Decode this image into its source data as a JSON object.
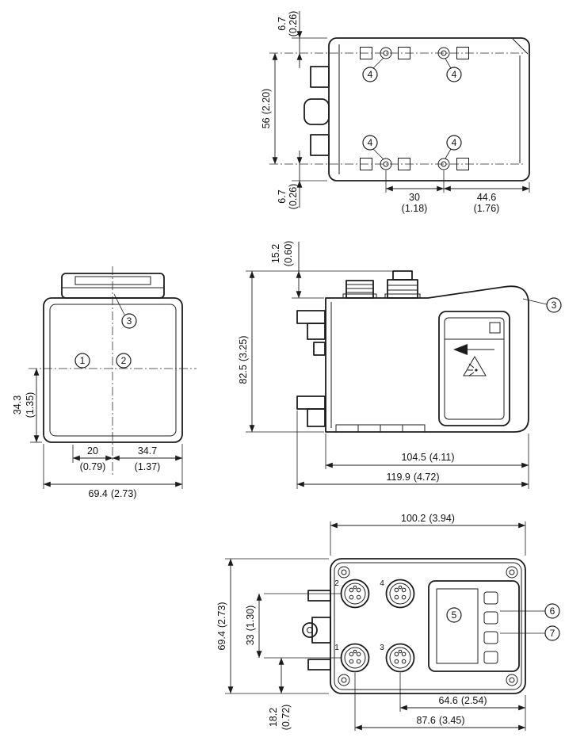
{
  "callouts": {
    "n1": "1",
    "n2": "2",
    "n3": "3",
    "n4": "4",
    "n5": "5",
    "n6": "6",
    "n7": "7"
  },
  "ports": {
    "p1": "1",
    "p2": "2",
    "p3": "3",
    "p4": "4"
  },
  "dims": {
    "top67a": {
      "mm": "6.7",
      "in": "(0.26)"
    },
    "top56": {
      "mm": "56",
      "in": "(2.20)"
    },
    "top67b": {
      "mm": "6.7",
      "in": "(0.26)"
    },
    "top30": {
      "mm": "30",
      "in": "(1.18)"
    },
    "top446": {
      "mm": "44.6",
      "in": "(1.76)"
    },
    "front343": {
      "mm": "34.3",
      "in": "(1.35)"
    },
    "front20": {
      "mm": "20",
      "in": "(0.79)"
    },
    "front347": {
      "mm": "34.7",
      "in": "(1.37)"
    },
    "front694": {
      "mm": "69.4",
      "in": "(2.73)"
    },
    "side152": {
      "mm": "15.2",
      "in": "(0.60)"
    },
    "side825": {
      "mm": "82.5",
      "in": "(3.25)"
    },
    "side1045": {
      "mm": "104.5",
      "in": "(4.11)"
    },
    "side1199": {
      "mm": "119.9",
      "in": "(4.72)"
    },
    "bottom1002": {
      "mm": "100.2",
      "in": "(3.94)"
    },
    "bottom694": {
      "mm": "69.4",
      "in": "(2.73)"
    },
    "bottom33": {
      "mm": "33",
      "in": "(1.30)"
    },
    "bottom182": {
      "mm": "18.2",
      "in": "(0.72)"
    },
    "bottom646": {
      "mm": "64.6",
      "in": "(2.54)"
    },
    "bottom876": {
      "mm": "87.6",
      "in": "(3.45)"
    }
  }
}
